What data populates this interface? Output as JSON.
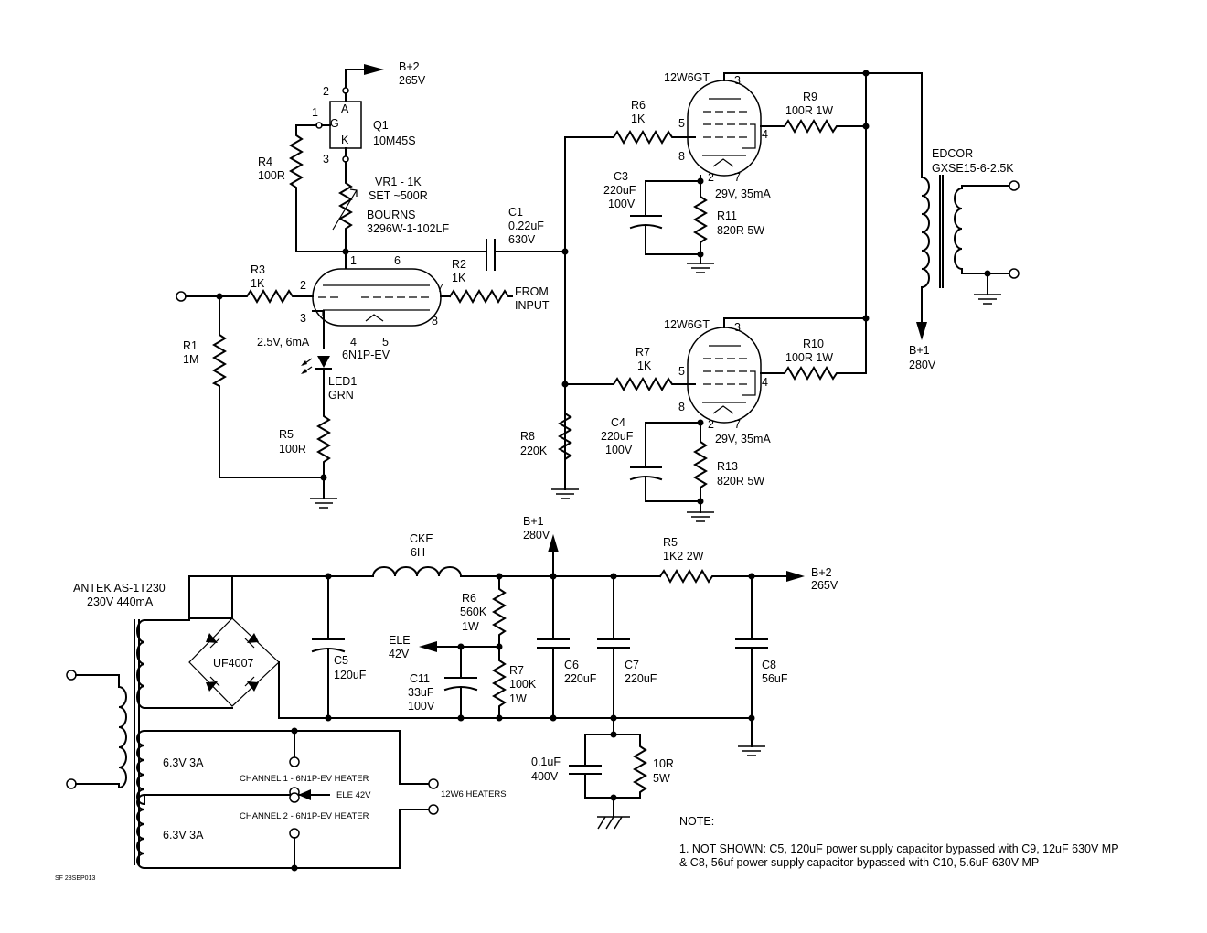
{
  "amp": {
    "q1": {
      "ref": "Q1",
      "part": "10M45S",
      "pin_a": "A",
      "pin_g": "G",
      "pin_k": "K",
      "pin2": "2",
      "pin1": "1",
      "pin3": "3"
    },
    "bplus2_top": {
      "name": "B+2",
      "value": "265V"
    },
    "r4": {
      "ref": "R4",
      "value": "100R"
    },
    "vr1": {
      "ref": "VR1 - 1K",
      "setting": "SET ~500R",
      "maker": "BOURNS",
      "part": "3296W-1-102LF"
    },
    "c1": {
      "ref": "C1",
      "value": "0.22uF",
      "voltage": "630V"
    },
    "r3": {
      "ref": "R3",
      "value": "1K"
    },
    "r2": {
      "ref": "R2",
      "value": "1K"
    },
    "from_input": [
      "FROM",
      "INPUT"
    ],
    "tube_6n1p": {
      "part": "6N1P-EV",
      "pins": [
        "1",
        "6",
        "2",
        "7",
        "3",
        "8",
        "4",
        "5"
      ]
    },
    "bias_label": "2.5V, 6mA",
    "r1": {
      "ref": "R1",
      "value": "1M"
    },
    "led1": {
      "ref": "LED1",
      "color": "GRN"
    },
    "r5": {
      "ref": "R5",
      "value": "100R"
    },
    "r8": {
      "ref": "R8",
      "value": "220K"
    },
    "tube_top": {
      "part": "12W6GT",
      "pins": [
        "3",
        "5",
        "4",
        "8",
        "2",
        "7"
      ]
    },
    "tube_bot": {
      "part": "12W6GT",
      "pins": [
        "3",
        "5",
        "4",
        "8",
        "2",
        "7"
      ]
    },
    "r6": {
      "ref": "R6",
      "value": "1K"
    },
    "r7": {
      "ref": "R7",
      "value": "1K"
    },
    "r9": {
      "ref": "R9",
      "value": "100R 1W"
    },
    "r10": {
      "ref": "R10",
      "value": "100R 1W"
    },
    "c3": {
      "ref": "C3",
      "value": "220uF",
      "voltage": "100V"
    },
    "c4": {
      "ref": "C4",
      "value": "220uF",
      "voltage": "100V"
    },
    "r11": {
      "ref": "R11",
      "value": "820R 5W"
    },
    "r13": {
      "ref": "R13",
      "value": "820R 5W"
    },
    "cathode_top": "29V, 35mA",
    "cathode_bot": "29V, 35mA",
    "edcor": {
      "maker": "EDCOR",
      "part": "GXSE15-6-2.5K"
    },
    "bplus1_amp": {
      "name": "B+1",
      "value": "280V"
    }
  },
  "psu": {
    "transformer": {
      "part": "ANTEK AS-1T230",
      "rating": "230V 440mA"
    },
    "bridge": "UF4007",
    "cke": {
      "ref": "CKE",
      "value": "6H"
    },
    "bplus1": {
      "name": "B+1",
      "value": "280V"
    },
    "r5": {
      "ref": "R5",
      "value": "1K2 2W"
    },
    "bplus2": {
      "name": "B+2",
      "value": "265V"
    },
    "r6": {
      "ref": "R6",
      "value": "560K",
      "power": "1W"
    },
    "r7": {
      "ref": "R7",
      "value": "100K",
      "power": "1W"
    },
    "ele": {
      "name": "ELE",
      "value": "42V"
    },
    "c5": {
      "ref": "C5",
      "value": "120uF"
    },
    "c11": {
      "ref": "C11",
      "value": "33uF",
      "voltage": "100V"
    },
    "c6": {
      "ref": "C6",
      "value": "220uF"
    },
    "c7": {
      "ref": "C7",
      "value": "220uF"
    },
    "c8": {
      "ref": "C8",
      "value": "56uF"
    },
    "gnd_cap": {
      "value": "0.1uF",
      "voltage": "400V"
    },
    "gnd_res": {
      "value": "10R",
      "power": "5W"
    },
    "heater1": "6.3V 3A",
    "heater2": "6.3V 3A",
    "ch1": "CHANNEL 1 - 6N1P-EV HEATER",
    "ch2": "CHANNEL 2 - 6N1P-EV HEATER",
    "ele_heater": "ELE 42V",
    "w6_heaters": "12W6 HEATERS"
  },
  "notes": {
    "title": "NOTE:",
    "line1": "1. NOT SHOWN: C5, 120uF power supply capacitor bypassed with C9, 12uF 630V MP",
    "line2": "& C8, 56uf power supply capacitor bypassed with C10, 5.6uF 630V MP"
  },
  "footer": "SF 28SEP013"
}
